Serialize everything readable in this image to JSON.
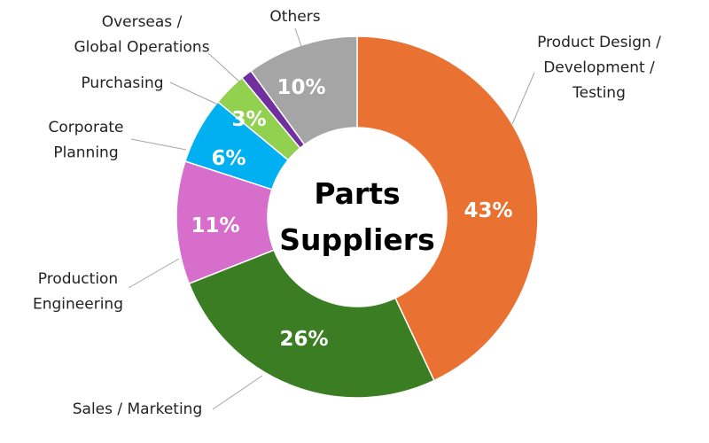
{
  "chart_data": {
    "type": "pie",
    "donut": true,
    "title": [
      "Parts",
      "Suppliers"
    ],
    "slices": [
      {
        "name": "Product Design / Development / Testing",
        "label_lines": [
          "Product Design /",
          "Development /",
          "Testing"
        ],
        "value": 43,
        "pct_label": "43%",
        "color": "#E97132"
      },
      {
        "name": "Sales / Marketing",
        "label_lines": [
          "Sales / Marketing"
        ],
        "value": 26,
        "pct_label": "26%",
        "color": "#3B7D23"
      },
      {
        "name": "Production Engineering",
        "label_lines": [
          "Production",
          "Engineering"
        ],
        "value": 11,
        "pct_label": "11%",
        "color": "#D86ECC"
      },
      {
        "name": "Corporate Planning",
        "label_lines": [
          "Corporate",
          "Planning"
        ],
        "value": 6,
        "pct_label": "6%",
        "color": "#00B0F0"
      },
      {
        "name": "Purchasing",
        "label_lines": [
          "Purchasing"
        ],
        "value": 3,
        "pct_label": "3%",
        "color": "#92D050"
      },
      {
        "name": "Overseas / Global Operations",
        "label_lines": [
          "Overseas /",
          "Global Operations"
        ],
        "value": 1,
        "pct_label": null,
        "color": "#7030A0"
      },
      {
        "name": "Others",
        "label_lines": [
          "Others"
        ],
        "value": 10,
        "pct_label": "10%",
        "color": "#A5A5A5"
      }
    ]
  }
}
